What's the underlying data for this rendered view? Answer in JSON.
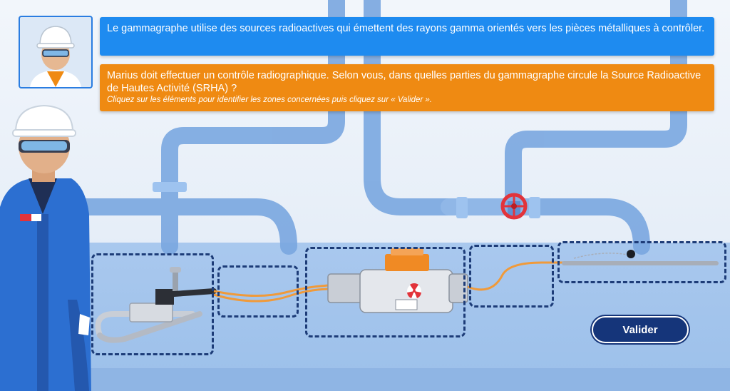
{
  "dialog": {
    "info_text": "Le gammagraphe utilise des sources radioactives qui émettent des rayons gamma orientés vers les pièces métalliques à contrôler.",
    "question_text": "Marius doit effectuer un contrôle radiographique. Selon vous, dans quelles parties du gammagraphe circule la Source Radioactive de Hautes Activité (SRHA) ?",
    "instruction_text": "Cliquez sur les éléments pour identifier les zones concernées puis cliquez sur « Valider »."
  },
  "actions": {
    "validate_label": "Valider"
  },
  "colors": {
    "info_bubble": "#1e8bf0",
    "question_bubble": "#ef8a12",
    "zone_border": "#1d3c78",
    "button": "#15357a"
  },
  "icons": [
    "radiation-icon",
    "handwheel-valve-icon"
  ]
}
